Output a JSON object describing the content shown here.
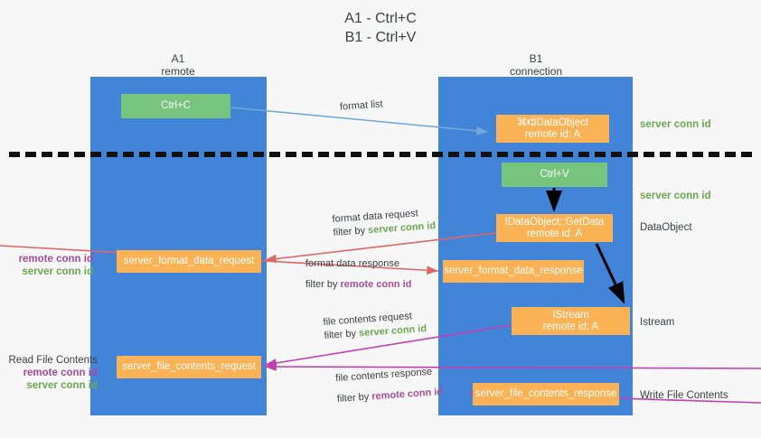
{
  "title": {
    "line1": "A1 - Ctrl+C",
    "line2": "B1 - Ctrl+V"
  },
  "lanes": [
    {
      "id": "a1",
      "name": "A1",
      "role": "remote",
      "color": "#4285d8"
    },
    {
      "id": "b1",
      "name": "B1",
      "role": "connection",
      "color": "#4285d8"
    }
  ],
  "boxes": {
    "ctrl_c": {
      "label": "Ctrl+C",
      "color": "#76c47d"
    },
    "ctrl_v": {
      "label": "Ctrl+V",
      "color": "#76c47d"
    },
    "idataobject": {
      "line1": "⌘⑆IDataObject",
      "line2": "remote id: A",
      "color": "#fbb254"
    },
    "getdata": {
      "line1": "IDataObject::GetData",
      "line2": "remote id: A",
      "color": "#fbb254"
    },
    "istream": {
      "line1": "IStream",
      "line2": "remote id: A",
      "color": "#fbb254"
    },
    "server_format_data_request": {
      "label": "server_format_data_request",
      "color": "#fbb254"
    },
    "server_format_data_response": {
      "label": "server_format_data_response",
      "color": "#fbb254"
    },
    "server_file_contents_request": {
      "label": "server_file_contents_request",
      "color": "#fbb254"
    },
    "server_file_contents_response": {
      "label": "server_file_contents_response",
      "color": "#fbb254"
    }
  },
  "flows": {
    "format_list": {
      "line1": "format list",
      "line2": ""
    },
    "format_data_request": {
      "line1": "format data request",
      "filter_prefix": "filter by ",
      "filter_value": "server conn id"
    },
    "format_data_response": {
      "line1": "format data response",
      "filter_prefix": "filter by ",
      "filter_value": "remote conn id"
    },
    "file_contents_request": {
      "line1": "file contents request",
      "filter_prefix": "filter by ",
      "filter_value": "server conn id"
    },
    "file_contents_response": {
      "line1": "file contents response",
      "filter_prefix": "filter by ",
      "filter_value": "remote conn id"
    }
  },
  "annotations": {
    "server_conn_id_top": "server conn id",
    "server_conn_id_mid": "server conn id",
    "dataobject": "DataObject",
    "istream": "Istream",
    "write_file_contents": "Write File Contents",
    "read_file_contents": "Read File Contents",
    "remote_conn_id": "remote conn id",
    "server_conn_id": "server conn id"
  },
  "colors": {
    "lane": "#4285d8",
    "green_box": "#76c47d",
    "orange_box": "#fbb254",
    "green_text": "#6aa84f",
    "purple_text": "#a64d9a",
    "arrow_blue": "#6fa8dc",
    "arrow_red": "#e06666",
    "arrow_magenta": "#c23fb0",
    "arrow_black": "#000000",
    "background": "#f7f7f7"
  }
}
